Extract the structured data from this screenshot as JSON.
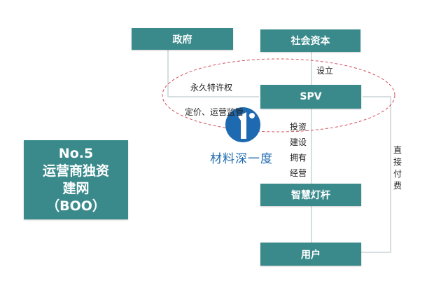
{
  "nodes": {
    "government": "政府",
    "social_capital": "社会资本",
    "spv": "SPV",
    "smart_pole": "智慧灯杆",
    "user": "用户"
  },
  "title": {
    "line1": "No.5",
    "line2": "运营商独资",
    "line3": "建网",
    "line4": "（BOO）"
  },
  "labels": {
    "establish": "设立",
    "franchise": "永久特许权",
    "regulation": "定价、运营监管",
    "invest": "投资",
    "build": "建设",
    "own": "拥有",
    "operate": "经营",
    "direct_pay": "直接付费"
  },
  "watermark": "材料深一度",
  "colors": {
    "box": "#3a8a8c",
    "ellipse": "#d0505a",
    "watermark": "#1e6ab0"
  }
}
